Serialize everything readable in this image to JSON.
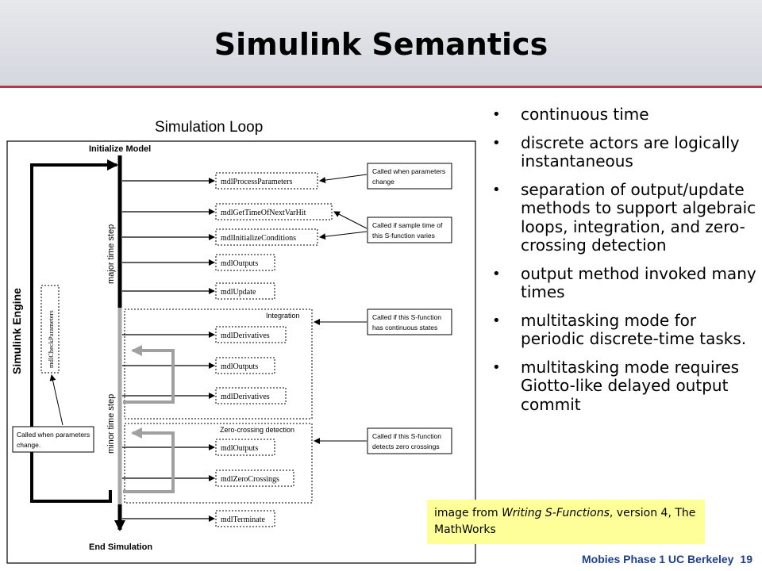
{
  "slide": {
    "title": "Simulink Semantics",
    "bullets": [
      "continuous time",
      "discrete actors are logically instantaneous",
      "separation of output/update methods to support algebraic loops, integration, and zero-crossing detection",
      "output method invoked many times",
      "multitasking mode for periodic discrete-time tasks.",
      "multitasking mode requires Giotto-like delayed output commit"
    ],
    "caption": {
      "prefix": "image from ",
      "source": "Writing S-Functions",
      "suffix": ", version 4, The MathWorks"
    },
    "footer": {
      "text": "Mobies Phase 1 UC Berkeley",
      "page": "19"
    }
  },
  "figure": {
    "title": "Simulation Loop",
    "initialize": "Initialize Model",
    "end": "End Simulation",
    "engine_label": "Simulink Engine",
    "major_step": "major time step",
    "minor_step": "minor time step",
    "check_params": "mdlCheckParameters",
    "methods": {
      "process": "mdlProcessParameters",
      "time_next": "mdlGetTimeOfNextVarHit",
      "init_cond": "mdlInitializeConditions",
      "outputs1": "mdlOutputs",
      "update": "mdlUpdate",
      "deriv1": "mdlDerivatives",
      "outputs2": "mdlOutputs",
      "deriv2": "mdlDerivatives",
      "outputs3": "mdlOutputs",
      "zero": "mdlZeroCrossings",
      "terminate": "mdlTerminate"
    },
    "groups": {
      "integration": "Integration",
      "zero_crossing": "Zero-crossing detection"
    },
    "notes": {
      "params_1": "Called when parameters",
      "params_2": "change",
      "sample_1": "Called if sample time of",
      "sample_2": "this S-function varies",
      "cont_1": "Called if this S-function",
      "cont_2": "has continuous states",
      "zc_1": "Called if this S-function",
      "zc_2": "detects zero crossings",
      "left_1": "Called when parameters",
      "left_2": "change."
    }
  }
}
